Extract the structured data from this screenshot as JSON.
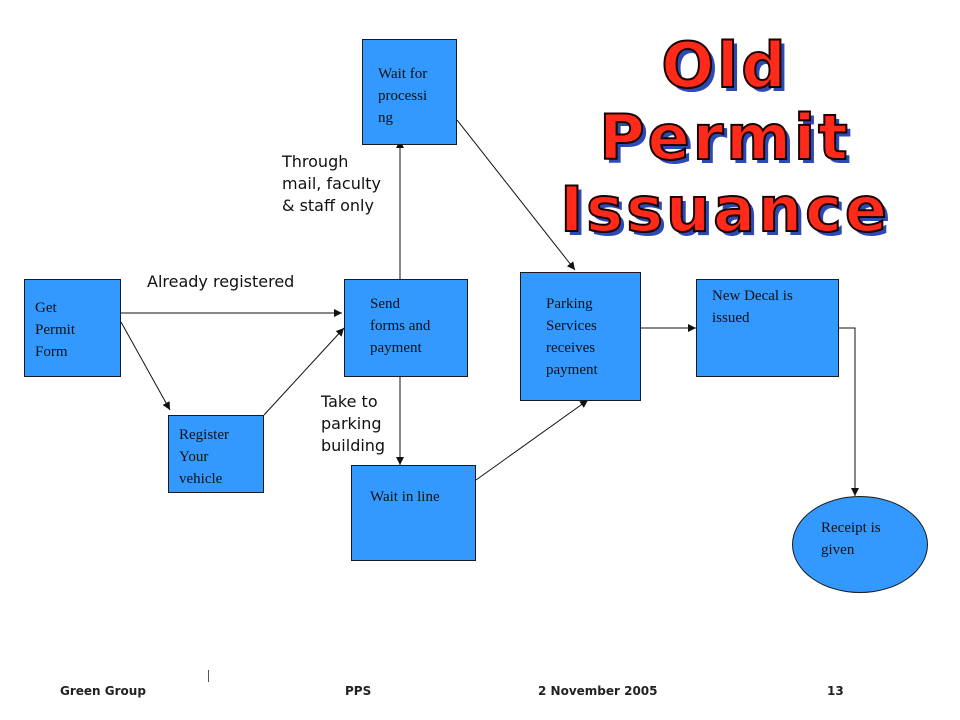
{
  "title": {
    "line1": "Old Permit",
    "line2": "Issuance"
  },
  "nodes": {
    "get_permit": [
      "Get",
      "Permit",
      "Form"
    ],
    "register": [
      "Register",
      "Your",
      "vehicle"
    ],
    "send_forms": [
      "Send",
      "forms and",
      "payment"
    ],
    "wait_processing": [
      "Wait for",
      "processi",
      "ng"
    ],
    "wait_line": [
      "Wait in line"
    ],
    "parking_services": [
      "Parking",
      "Services",
      "receives",
      "payment"
    ],
    "new_decal": [
      "New Decal is",
      "issued"
    ],
    "receipt": [
      "Receipt is",
      "given"
    ]
  },
  "labels": {
    "already_registered": "Already registered",
    "through_mail": [
      "Through",
      "mail, faculty",
      "& staff only"
    ],
    "take_to_parking": [
      "Take to",
      "parking",
      "building"
    ]
  },
  "footer": {
    "group": "Green Group",
    "org": "PPS",
    "date": "2 November 2005",
    "page": "13"
  },
  "colors": {
    "box_fill": "#3399ff",
    "title_fill": "#ff2a1a",
    "title_shadow": "#2b4ab8"
  }
}
